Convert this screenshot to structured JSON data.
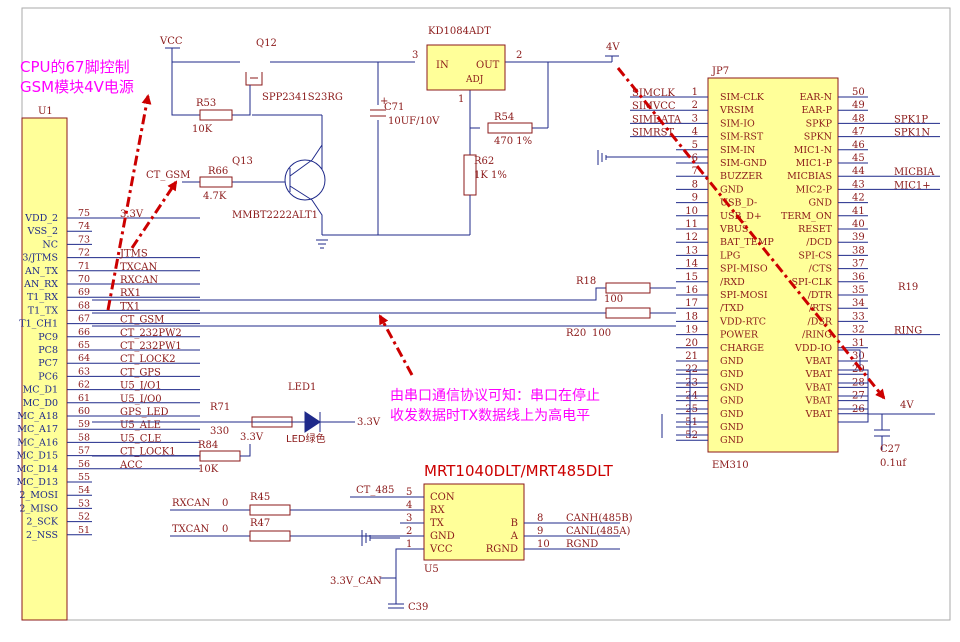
{
  "colors": {
    "wire": "#1f2a8a",
    "label": "#8b1a1a",
    "comp": "#8b1a1a",
    "chip": "#ffff99",
    "annot": "#ff00ff",
    "arrow": "#cc0000",
    "pin": "#1f2a8a"
  },
  "annotations": {
    "top_left": [
      "CPU的67脚控制",
      "GSM模块4V电源"
    ],
    "middle": [
      "由串口通信协议可知：串口在停止",
      "收发数据时TX数据线上为高电平"
    ],
    "transceiver": "MRT1040DLT/MRT485DLT"
  },
  "u1": {
    "ref": "U1",
    "pins": [
      {
        "num": "75",
        "name": "VDD_2",
        "net": "3.3V"
      },
      {
        "num": "74",
        "name": "VSS_2",
        "net": ""
      },
      {
        "num": "73",
        "name": "NC",
        "net": ""
      },
      {
        "num": "72",
        "name": "3/JTMS",
        "net": "JTMS"
      },
      {
        "num": "71",
        "name": "AN_TX",
        "net": "TXCAN"
      },
      {
        "num": "70",
        "name": "AN_RX",
        "net": "RXCAN"
      },
      {
        "num": "69",
        "name": "T1_RX",
        "net": "RX1"
      },
      {
        "num": "68",
        "name": "T1_TX",
        "net": "TX1"
      },
      {
        "num": "67",
        "name": "T1_CH1",
        "net": "CT_GSM"
      },
      {
        "num": "66",
        "name": "PC9",
        "net": "CT_232PW2"
      },
      {
        "num": "65",
        "name": "PC8",
        "net": "CT_232PW1"
      },
      {
        "num": "64",
        "name": "PC7",
        "net": "CT_LOCK2"
      },
      {
        "num": "63",
        "name": "PC6",
        "net": "CT_GPS"
      },
      {
        "num": "62",
        "name": "MC_D1",
        "net": "U5_I/O1"
      },
      {
        "num": "61",
        "name": "MC_D0",
        "net": "U5_I/O0"
      },
      {
        "num": "60",
        "name": "MC_A18",
        "net": "GPS_LED"
      },
      {
        "num": "59",
        "name": "MC_A17",
        "net": "U5_ALE"
      },
      {
        "num": "58",
        "name": "MC_A16",
        "net": "U5_CLE"
      },
      {
        "num": "57",
        "name": "MC_D15",
        "net": "CT_LOCK1"
      },
      {
        "num": "56",
        "name": "MC_D14",
        "net": "ACC"
      },
      {
        "num": "55",
        "name": "MC_D13",
        "net": ""
      },
      {
        "num": "54",
        "name": "2_MOSI",
        "net": ""
      },
      {
        "num": "53",
        "name": "2_MISO",
        "net": ""
      },
      {
        "num": "52",
        "name": "2_SCK",
        "net": ""
      },
      {
        "num": "51",
        "name": "2_NSS",
        "net": ""
      }
    ]
  },
  "power_section": {
    "vcc": "VCC",
    "v4": "4V",
    "v4_right": "4V",
    "q12": "Q12",
    "q12_part": "SPP2341S23RG",
    "r53": "R53",
    "r53_val": "10K",
    "ct_gsm": "CT_GSM",
    "r66": "R66",
    "r66_val": "4.7K",
    "q13": "Q13",
    "q13_part": "MMBT2222ALT1",
    "c71": "C71",
    "c71_val": "10UF/10V",
    "reg": "KD1084ADT",
    "reg_in": "IN",
    "reg_out": "OUT",
    "reg_adj": "ADJ",
    "reg_pin3": "3",
    "reg_pin2": "2",
    "reg_pin1": "1",
    "r54": "R54",
    "r54_val": "470 1%",
    "r62": "R62",
    "r62_val": "1K 1%",
    "plus": "+"
  },
  "jp7": {
    "ref": "JP7",
    "part": "EM310",
    "left": [
      {
        "num": "1",
        "name": "SIM-CLK",
        "net": "SIMCLK"
      },
      {
        "num": "2",
        "name": "VRSIM",
        "net": "SIMVCC"
      },
      {
        "num": "3",
        "name": "SIM-IO",
        "net": "SIMDATA"
      },
      {
        "num": "4",
        "name": "SIM-RST",
        "net": "SIMRST"
      },
      {
        "num": "5",
        "name": "SIM-IN",
        "net": ""
      },
      {
        "num": "6",
        "name": "SIM-GND",
        "net": ""
      },
      {
        "num": "7",
        "name": "BUZZER",
        "net": ""
      },
      {
        "num": "8",
        "name": "GND",
        "net": ""
      },
      {
        "num": "9",
        "name": "USB_D-",
        "net": ""
      },
      {
        "num": "10",
        "name": "USB_D+",
        "net": ""
      },
      {
        "num": "11",
        "name": "VBUS",
        "net": ""
      },
      {
        "num": "12",
        "name": "BAT_TEMP",
        "net": ""
      },
      {
        "num": "13",
        "name": "LPG",
        "net": ""
      },
      {
        "num": "14",
        "name": "SPI-MISO",
        "net": ""
      },
      {
        "num": "15",
        "name": "/RXD",
        "net": ""
      },
      {
        "num": "16",
        "name": "SPI-MOSI",
        "net": ""
      },
      {
        "num": "17",
        "name": "/TXD",
        "net": ""
      },
      {
        "num": "18",
        "name": "VDD-RTC",
        "net": ""
      },
      {
        "num": "19",
        "name": "POWER",
        "net": ""
      },
      {
        "num": "20",
        "name": "CHARGE",
        "net": ""
      },
      {
        "num": "21",
        "name": "GND",
        "net": ""
      },
      {
        "num": "22",
        "name": "GND",
        "net": ""
      },
      {
        "num": "23",
        "name": "GND",
        "net": ""
      },
      {
        "num": "24",
        "name": "GND",
        "net": ""
      },
      {
        "num": "25",
        "name": "GND",
        "net": ""
      },
      {
        "num": "51",
        "name": "GND",
        "net": ""
      },
      {
        "num": "52",
        "name": "GND",
        "net": ""
      }
    ],
    "right": [
      {
        "num": "50",
        "name": "EAR-N",
        "net": ""
      },
      {
        "num": "49",
        "name": "EAR-P",
        "net": ""
      },
      {
        "num": "48",
        "name": "SPKP",
        "net": "SPK1P"
      },
      {
        "num": "47",
        "name": "SPKN",
        "net": "SPK1N"
      },
      {
        "num": "46",
        "name": "MIC1-N",
        "net": ""
      },
      {
        "num": "45",
        "name": "MIC1-P",
        "net": ""
      },
      {
        "num": "44",
        "name": "MICBIAS",
        "net": "MICBIA"
      },
      {
        "num": "43",
        "name": "MIC2-P",
        "net": "MIC1+"
      },
      {
        "num": "42",
        "name": "GND",
        "net": ""
      },
      {
        "num": "41",
        "name": "TERM_ON",
        "net": ""
      },
      {
        "num": "40",
        "name": "RESET",
        "net": ""
      },
      {
        "num": "39",
        "name": "/DCD",
        "net": ""
      },
      {
        "num": "38",
        "name": "SPI-CS",
        "net": ""
      },
      {
        "num": "37",
        "name": "/CTS",
        "net": ""
      },
      {
        "num": "36",
        "name": "SPI-CLK",
        "net": ""
      },
      {
        "num": "35",
        "name": "/DTR",
        "net": ""
      },
      {
        "num": "34",
        "name": "/RTS",
        "net": ""
      },
      {
        "num": "33",
        "name": "/DSR",
        "net": ""
      },
      {
        "num": "32",
        "name": "/RING",
        "net": "RING"
      },
      {
        "num": "31",
        "name": "VDD-IO",
        "net": ""
      },
      {
        "num": "30",
        "name": "VBAT",
        "net": ""
      },
      {
        "num": "29",
        "name": "VBAT",
        "net": ""
      },
      {
        "num": "28",
        "name": "VBAT",
        "net": ""
      },
      {
        "num": "27",
        "name": "VBAT",
        "net": ""
      },
      {
        "num": "26",
        "name": "VBAT",
        "net": ""
      }
    ]
  },
  "misc": {
    "r18": "R18",
    "r18_val": "100",
    "r20": "R20",
    "r20_val": "100",
    "r19": "R19",
    "led1": "LED1",
    "led1_desc": "LED绿色",
    "r71": "R71",
    "r71_val": "330",
    "v33_led": "3.3V",
    "r84": "R84",
    "r84_val": "10K",
    "v33_r84": "3.3V",
    "c27": "C27",
    "c27_val": "0.1uf",
    "r45": "R45",
    "r45_val": "0",
    "r47": "R47",
    "r47_val": "0",
    "rxcan": "RXCAN",
    "txcan": "TXCAN",
    "ct_485": "CT_485",
    "v33_can": "3.3V_CAN",
    "c39": "C39"
  },
  "u5": {
    "ref": "U5",
    "left": [
      {
        "num": "5",
        "name": "CON"
      },
      {
        "num": "4",
        "name": "RX"
      },
      {
        "num": "3",
        "name": "TX"
      },
      {
        "num": "2",
        "name": "GND"
      },
      {
        "num": "1",
        "name": "VCC"
      }
    ],
    "right": [
      {
        "num": "8",
        "name": "B",
        "net": "CANH(485B)"
      },
      {
        "num": "9",
        "name": "A",
        "net": "CANL(485A)"
      },
      {
        "num": "10",
        "name": "RGND",
        "net": "RGND"
      }
    ]
  }
}
